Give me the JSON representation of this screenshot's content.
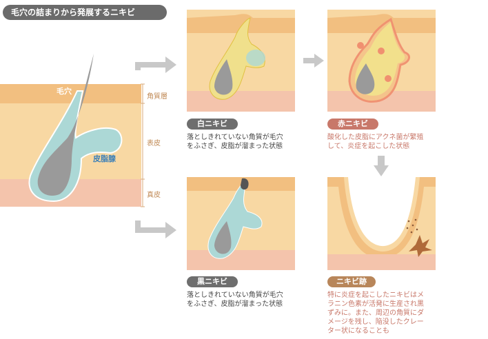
{
  "title": "毛穴の詰まりから発展するニキビ",
  "main": {
    "labels": {
      "pore": "毛穴",
      "sebaceous": "皮脂腺"
    },
    "layers": {
      "stratum_corneum": "角質層",
      "epidermis": "表皮",
      "dermis": "真皮"
    }
  },
  "panels": {
    "white": {
      "label": "白ニキビ",
      "desc1": "落としきれていない角質が毛穴",
      "desc2": "をふさぎ、皮脂が溜まった状態"
    },
    "red": {
      "label": "赤ニキビ",
      "desc1": "酸化した皮脂にアクネ菌が繁殖",
      "desc2": "して、炎症を起こした状態"
    },
    "black": {
      "label": "黒ニキビ",
      "desc1": "落としきれていない角質が毛穴",
      "desc2": "をふさぎ、皮脂が溜まった状態"
    },
    "scar": {
      "label": "ニキビ跡",
      "desc1": "特に炎症を起こしたニキビはメ",
      "desc2": "ラニン色素が活発に生産され黒",
      "desc3": "ずみに。また、周辺の角質にダ",
      "desc4": "メージを残し、陥没したクレー",
      "desc5": "ター状になることも"
    }
  },
  "colors": {
    "skin": "#f8d8a3",
    "corneum": "#f2bf80",
    "dermis": "#f4c4ac",
    "gland": "#acd8d6",
    "sebum": "#f2e08c",
    "hair": "#9a9a9a"
  }
}
